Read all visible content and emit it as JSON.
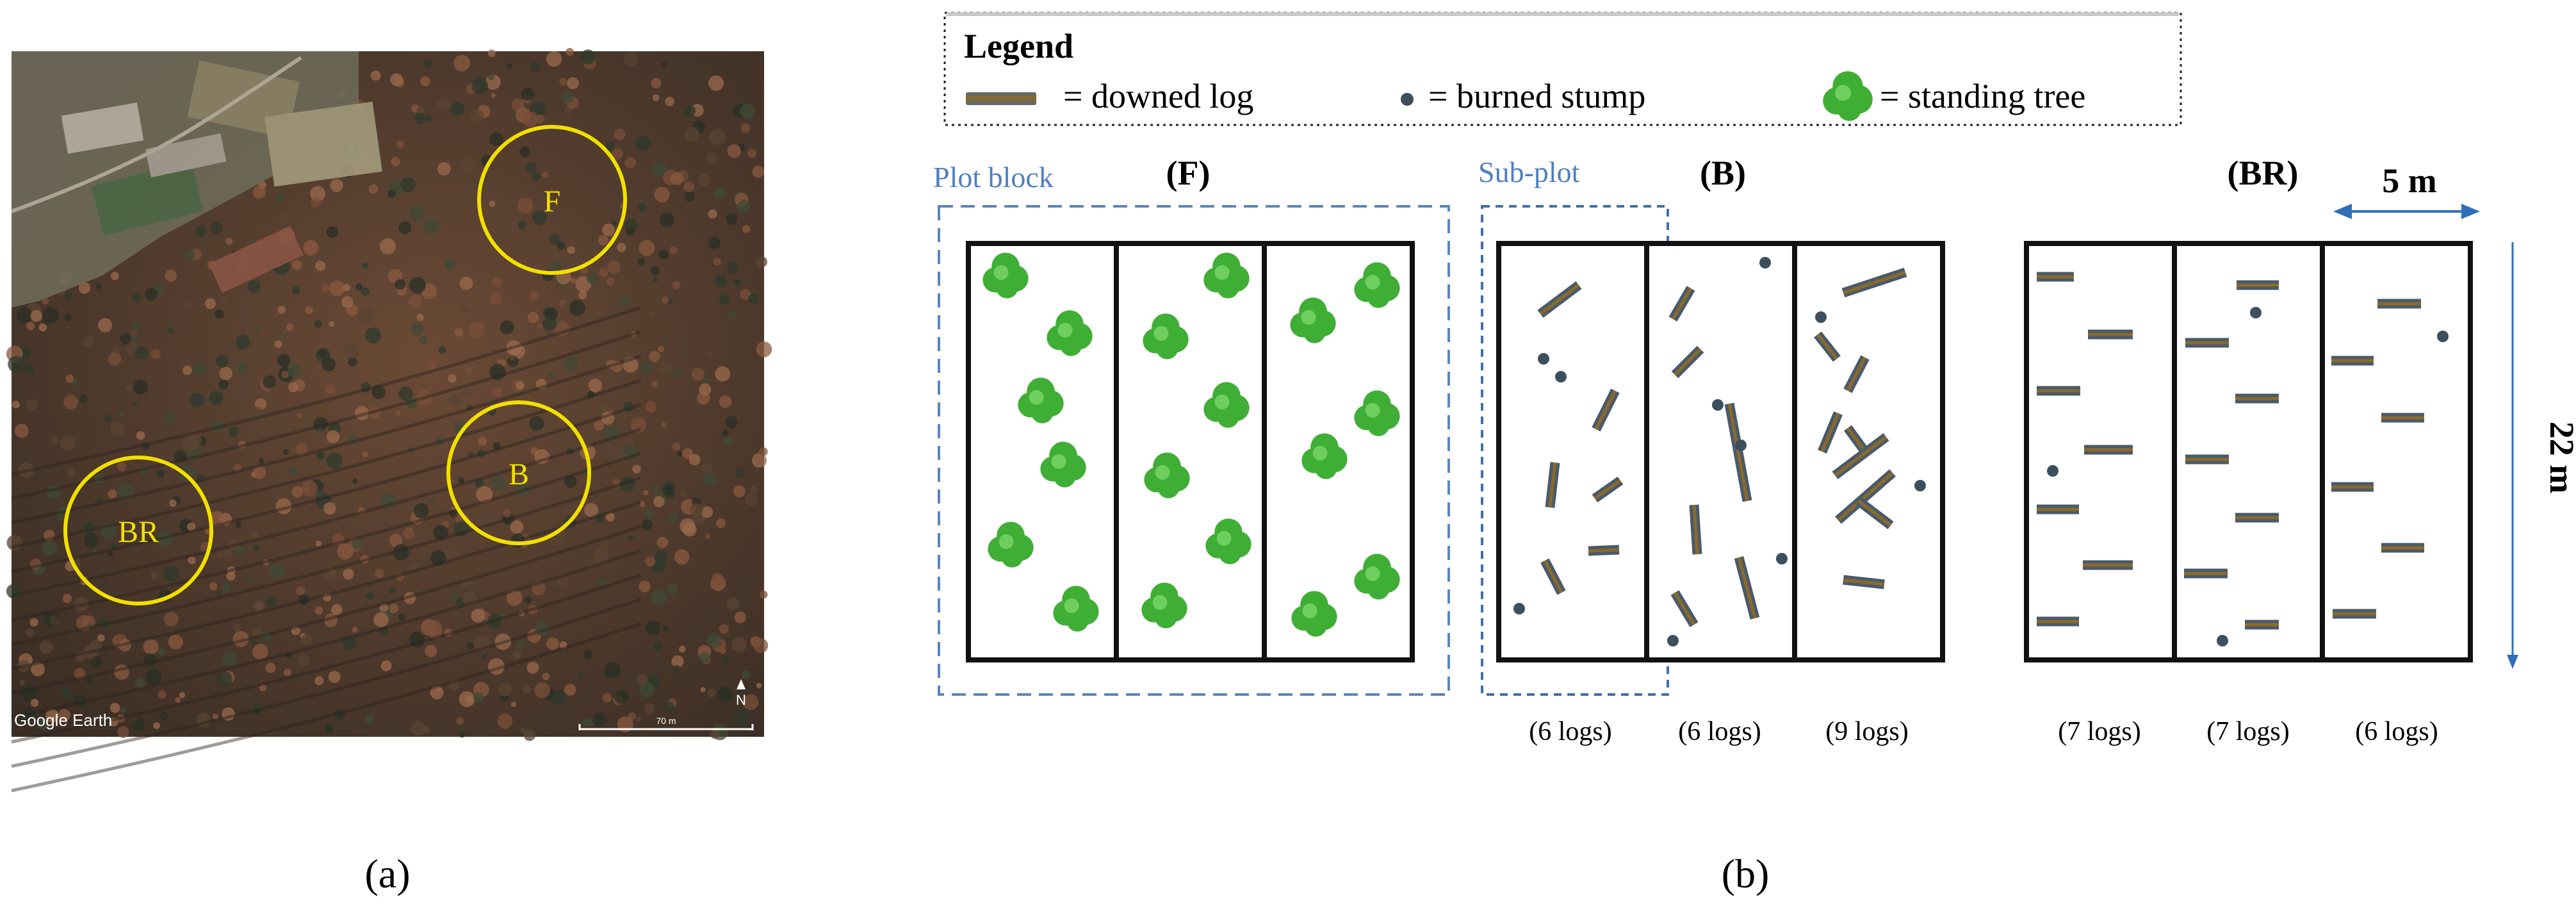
{
  "panel_a": {
    "caption": "(a)",
    "site_labels": [
      "F",
      "B",
      "BR"
    ],
    "attribution": "Google Earth",
    "scale_label": "70 m",
    "north_label": "N"
  },
  "panel_b": {
    "caption": "(b)",
    "legend": {
      "title": "Legend",
      "log_label": "= downed log",
      "stump_label": "= burned stump",
      "tree_label": "= standing tree"
    },
    "plot_block_label": "Plot block",
    "sub_plot_label": "Sub-plot",
    "width_label": "5 m",
    "height_label": "22 m",
    "plots": [
      {
        "title": "(F)",
        "counts": [
          "",
          "",
          ""
        ]
      },
      {
        "title": "(B)",
        "counts": [
          "(6 logs)",
          "(6 logs)",
          "(9 logs)"
        ]
      },
      {
        "title": "(BR)",
        "counts": [
          "(7 logs)",
          "(7 logs)",
          "(6 logs)"
        ]
      }
    ]
  },
  "colors": {
    "site_circle": "#f2e000",
    "tree": "#3fae35",
    "log_fill": "#8a6a2a",
    "log_edge": "#4a5a6a",
    "stump": "#3c4f5e",
    "dashed_outline": "#5b86bf"
  }
}
